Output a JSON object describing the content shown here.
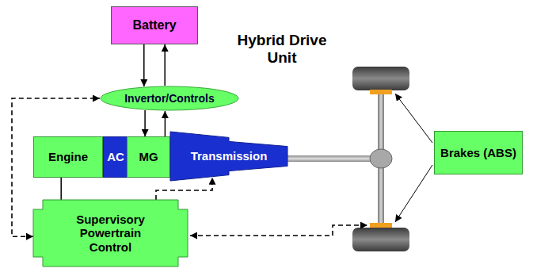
{
  "diagram": {
    "nodes": [
      {
        "text": [
          "Battery"
        ]
      },
      {
        "text": [
          "Invertor/Controls"
        ]
      },
      {
        "text": [
          "Engine"
        ]
      },
      {
        "text": [
          "AC"
        ]
      },
      {
        "text": [
          "MG"
        ]
      },
      {
        "text": [
          "Transmission"
        ]
      },
      {
        "text": [
          "Supervisory Powertrain Control"
        ]
      },
      {
        "text": [
          "Brakes (ABS)"
        ]
      }
    ],
    "edges": [
      {
        "from": 0,
        "to": 1,
        "arrow": "to"
      },
      {
        "from": 1,
        "to": 0,
        "arrow": "to"
      },
      {
        "from": 1,
        "to": 4,
        "arrow": "to"
      },
      {
        "from": 4,
        "to": 1,
        "arrow": "to"
      },
      {
        "from": 2,
        "to": 6,
        "arrow": "both"
      },
      {
        "from": 6,
        "to": 5,
        "arrow": "to"
      },
      {
        "from": 6,
        "to": 1,
        "arrow": "both"
      }
    ],
    "labels": [
      "Hybrid Drive Unit"
    ]
  }
}
